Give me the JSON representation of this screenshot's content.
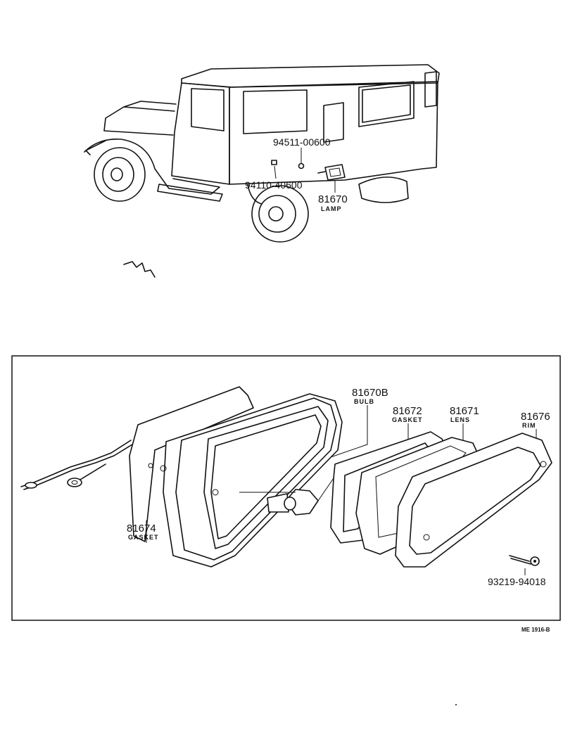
{
  "labels": {
    "bolt_94511": {
      "number": "94511-00600"
    },
    "screw_94110": {
      "number": "94110-40600"
    },
    "lamp_assy": {
      "number": "81670",
      "name": "LAMP"
    },
    "bulb": {
      "number": "81670B",
      "name": "BULB"
    },
    "gasket_lens": {
      "number": "81672",
      "name": "GASKET"
    },
    "lens": {
      "number": "81671",
      "name": "LENS"
    },
    "rim": {
      "number": "81676",
      "name": "RIM"
    },
    "gasket_body": {
      "number": "81674",
      "name": "GASKET"
    },
    "screw_93219": {
      "number": "93219-94018"
    }
  },
  "figure_ref": "ME 1916-B",
  "colors": {
    "ink": "#111111",
    "paper": "#ffffff"
  }
}
